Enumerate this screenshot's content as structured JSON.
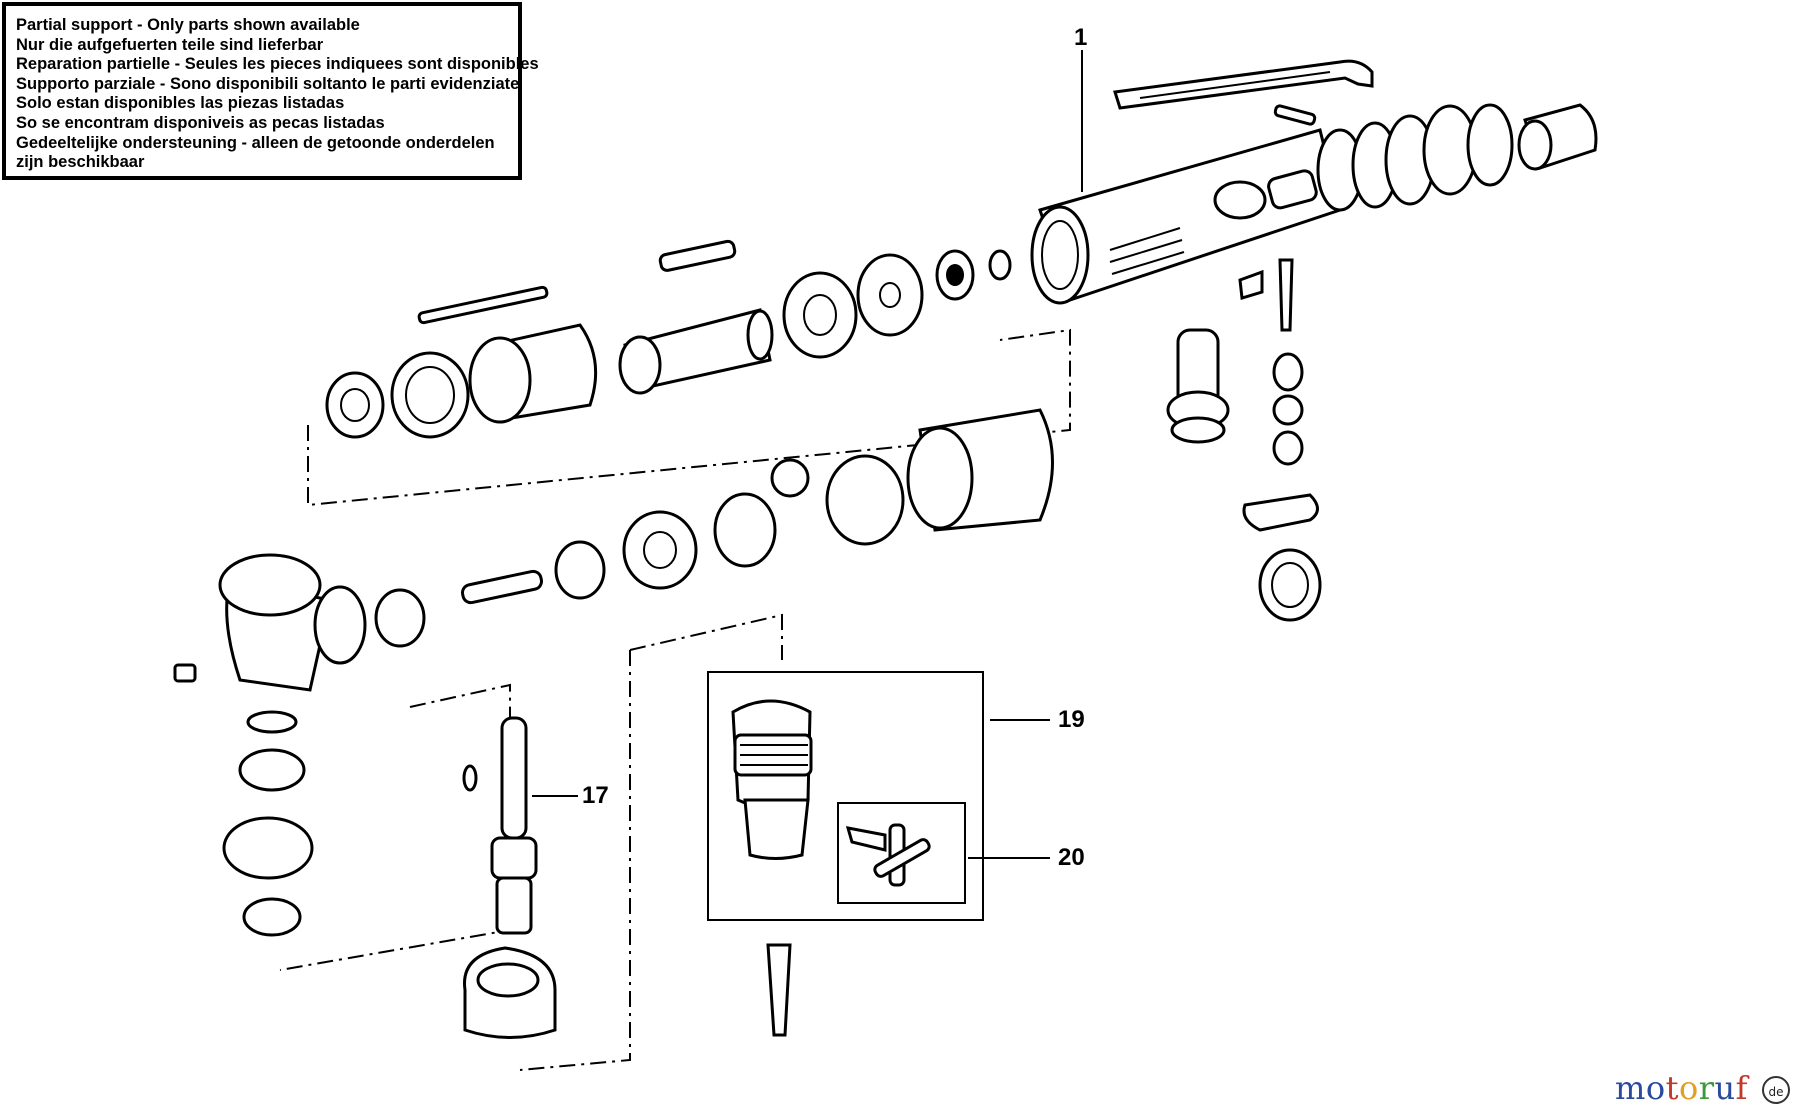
{
  "notice": {
    "lines": [
      "Partial support - Only parts shown available",
      "Nur die aufgefuerten teile sind lieferbar",
      "Reparation partielle - Seules les pieces indiquees sont disponibles",
      "Supporto parziale - Sono disponibili soltanto le parti evidenziate",
      "Solo estan disponibles las piezas listadas",
      "So se encontram disponiveis as pecas listadas",
      "Gedeeltelijke ondersteuning - alleen de getoonde onderdelen",
      "zijn beschikbaar"
    ]
  },
  "callouts": {
    "part_1": "1",
    "part_17": "17",
    "part_19": "19",
    "part_20": "20"
  },
  "watermark": {
    "letters": [
      "m",
      "o",
      "t",
      "o",
      "r",
      "u",
      "f"
    ],
    "colors": [
      "#2a4aa0",
      "#2a4aa0",
      "#c0392b",
      "#e0a020",
      "#3a9a3a",
      "#2a4aa0",
      "#c0392b"
    ],
    "badge": "de"
  }
}
